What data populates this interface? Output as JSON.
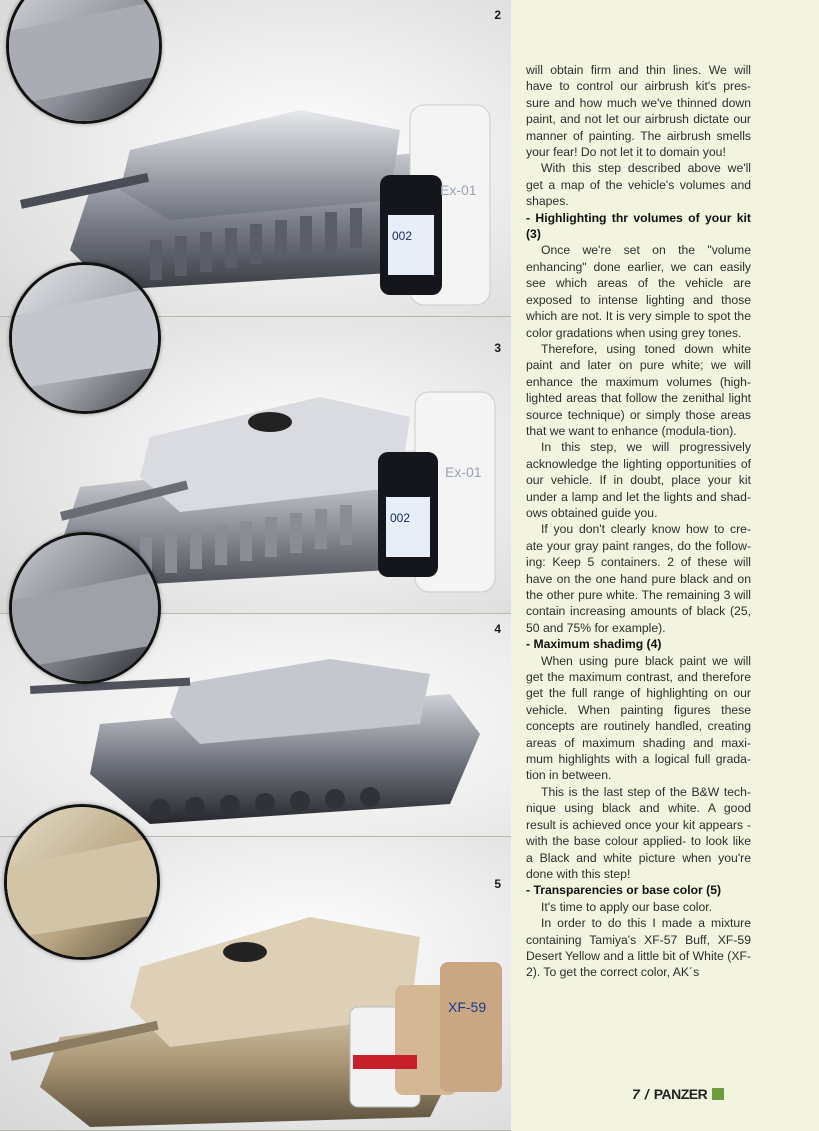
{
  "figures": [
    {
      "number": "2"
    },
    {
      "number": "3"
    },
    {
      "number": "4"
    },
    {
      "number": "5"
    }
  ],
  "article": {
    "paragraphs": [
      {
        "type": "p",
        "noindent": true,
        "text": "will obtain firm and thin lines. We will have to control our airbrush kit's pres-sure and how much we've thinned down paint, and not let our airbrush dictate our manner of painting. The airbrush smells your fear! Do not let it to domain you!"
      },
      {
        "type": "p",
        "text": "With this step described above we'll get a map of the vehicle's volumes and shapes."
      },
      {
        "type": "h",
        "text": "- Highlighting thr volumes of your kit (3)"
      },
      {
        "type": "p",
        "text": "Once we're set on the \"volume enhancing\" done earlier, we can easily see which areas of the vehicle are exposed to intense lighting and those which are not. It is very simple to spot the color gradations when using grey tones."
      },
      {
        "type": "p",
        "text": "Therefore, using toned down white paint and later on pure white; we will enhance the maximum volumes (high-lighted areas that follow the zenithal light source technique) or simply those areas that we want to enhance (modula-tion)."
      },
      {
        "type": "p",
        "text": "In this step, we will progressively acknowledge the lighting opportunities of our vehicle. If in doubt, place your kit under a lamp and let the lights and shad-ows obtained guide you."
      },
      {
        "type": "p",
        "text": "If you don't clearly know how to cre-ate your gray paint ranges, do the follow-ing: Keep 5 containers. 2 of these will have on the one hand pure black and on the other pure white. The remaining 3 will contain increasing amounts of black (25, 50 and 75% for example)."
      },
      {
        "type": "h",
        "text": "- Maximum shadimg (4)"
      },
      {
        "type": "p",
        "text": "When using pure black paint we will get the maximum contrast, and therefore get the full range of highlighting on our vehicle. When painting figures these concepts are routinely handled, creating areas of maximum shading and maxi-mum highlights with a logical full grada-tion in between."
      },
      {
        "type": "p",
        "text": "This is the last step of the B&W tech-nique using black and white. A good result is achieved once your kit appears - with the base colour applied- to look like a Black and white picture when you're done with this step!"
      },
      {
        "type": "h",
        "text": "- Transparencies or base color (5)"
      },
      {
        "type": "p",
        "text": "It's time to apply our base color."
      },
      {
        "type": "p",
        "text": "In order to do this I made a mixture containing Tamiya's XF-57 Buff, XF-59 Desert Yellow and a little bit of White (XF-2). To get the correct color, AK´s"
      }
    ]
  },
  "footer": {
    "page": "7",
    "separator": "/",
    "magazine": "PANZER"
  },
  "colors": {
    "page_bg": "#f3f4df",
    "accent_square": "#6f9c3f"
  }
}
